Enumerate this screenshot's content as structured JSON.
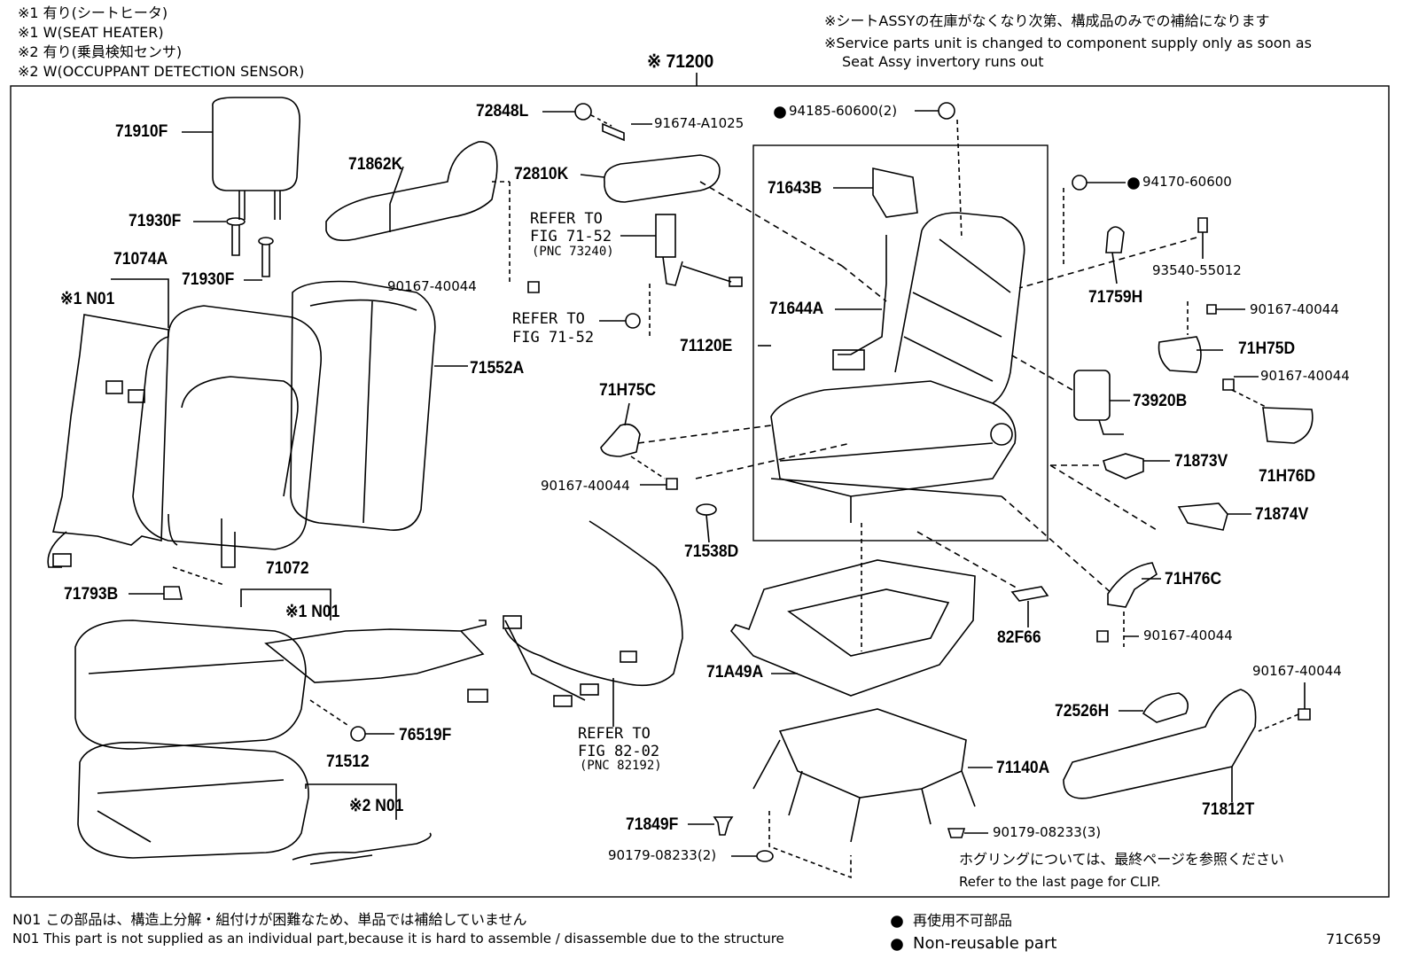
{
  "header_notes": [
    "※1 有り(シートヒータ)",
    "※1 W(SEAT HEATER)",
    "※2 有り(乗員検知センサ)",
    "※2 W(OCCUPPANT DETECTION SENSOR)"
  ],
  "supply_note": [
    "※シートASSYの在庫がなくなり次第、構成品のみでの補給になります",
    "※Service parts unit is changed to component supply only as soon as",
    "Seat Assy invertory runs out"
  ],
  "assembly_label": "※ 71200",
  "parts": {
    "p71910F": "71910F",
    "p71862K": "71862K",
    "p72848L": "72848L",
    "p91674": "91674-A1025",
    "p94185": "94185-60600(2)",
    "p72810K": "72810K",
    "p71643B": "71643B",
    "p94170": "94170-60600",
    "p93540": "93540-55012",
    "p71930F_a": "71930F",
    "p71930F_b": "71930F",
    "p71074A": "71074A",
    "n01_a": "※1 N01",
    "p90167_a": "90167-40044",
    "p71644A": "71644A",
    "p71759H": "71759H",
    "p90167_b": "90167-40044",
    "p71H75D": "71H75D",
    "p71552A": "71552A",
    "p71120E": "71120E",
    "p90167_c": "90167-40044",
    "p71H75C": "71H75C",
    "p73920B": "73920B",
    "p71873V": "71873V",
    "p71H76D": "71H76D",
    "p90167_d": "90167-40044",
    "p71538D": "71538D",
    "p71874V": "71874V",
    "p71793B": "71793B",
    "p71072": "71072",
    "n01_b": "※1 N01",
    "p71H76C": "71H76C",
    "p82F66": "82F66",
    "p90167_e": "90167-40044",
    "p71A49A": "71A49A",
    "p90167_f": "90167-40044",
    "p72526H": "72526H",
    "p76519F": "76519F",
    "p71512": "71512",
    "p71140A": "71140A",
    "n01_c": "※2 N01",
    "p71812T": "71812T",
    "p71849F": "71849F",
    "p90179_a": "90179-08233(3)",
    "p90179_b": "90179-08233(2)"
  },
  "refs": {
    "r1_line1": "REFER TO",
    "r1_line2": "FIG 71-52",
    "r1_line3": "(PNC 73240)",
    "r2_line1": "REFER TO",
    "r2_line2": "FIG 71-52",
    "r3_line1": "REFER TO",
    "r3_line2": "FIG 82-02",
    "r3_line3": "(PNC 82192)"
  },
  "clip_note": [
    "ホグリングについては、最終ページを参照ください",
    "Refer to the last page for CLIP."
  ],
  "footer": {
    "n01_jp": "N01 この部品は、構造上分解・組付けが困難なため、単品では補給していません",
    "n01_en": "N01 This part is not supplied as an individual part,because it is hard to assemble / disassemble due to the structure",
    "nonreuse_jp": "再使用不可部品",
    "nonreuse_en": "Non-reusable part",
    "figure_id": "71C659"
  }
}
